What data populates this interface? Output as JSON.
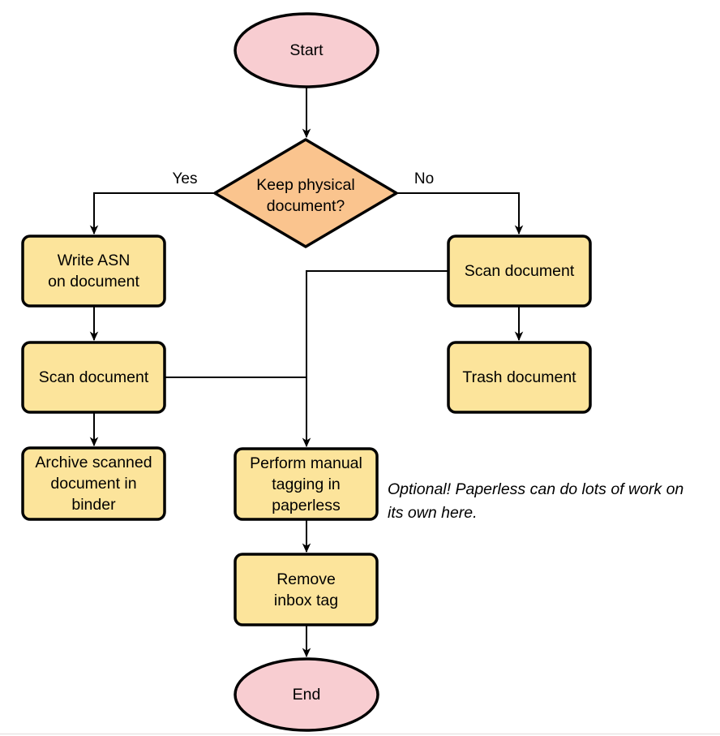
{
  "diagram": {
    "type": "flowchart",
    "topic": "paperless document intake workflow",
    "nodes": {
      "start": {
        "label": "Start",
        "shape": "terminal"
      },
      "decision_keep_physical": {
        "label": "Keep physical\ndocument?",
        "shape": "decision"
      },
      "write_asn": {
        "label": "Write ASN\non document",
        "shape": "process"
      },
      "scan_document_left": {
        "label": "Scan document",
        "shape": "process"
      },
      "archive_binder": {
        "label": "Archive scanned\ndocument in\nbinder",
        "shape": "process"
      },
      "scan_document_right": {
        "label": "Scan document",
        "shape": "process"
      },
      "trash_document": {
        "label": "Trash document",
        "shape": "process"
      },
      "manual_tagging": {
        "label": "Perform manual\ntagging in\npaperless",
        "shape": "process"
      },
      "remove_inbox_tag": {
        "label": "Remove\ninbox tag",
        "shape": "process"
      },
      "end": {
        "label": "End",
        "shape": "terminal"
      }
    },
    "edge_labels": {
      "yes": "Yes",
      "no": "No"
    },
    "annotation": "Optional! Paperless can do lots of work on\nits own here.",
    "colors": {
      "terminal_fill": "#f8cdd1",
      "decision_fill": "#fac48e",
      "process_fill": "#fce49b",
      "stroke": "#000000",
      "background": "#ffffff",
      "bottom_edge": "#e8e5e5"
    }
  }
}
